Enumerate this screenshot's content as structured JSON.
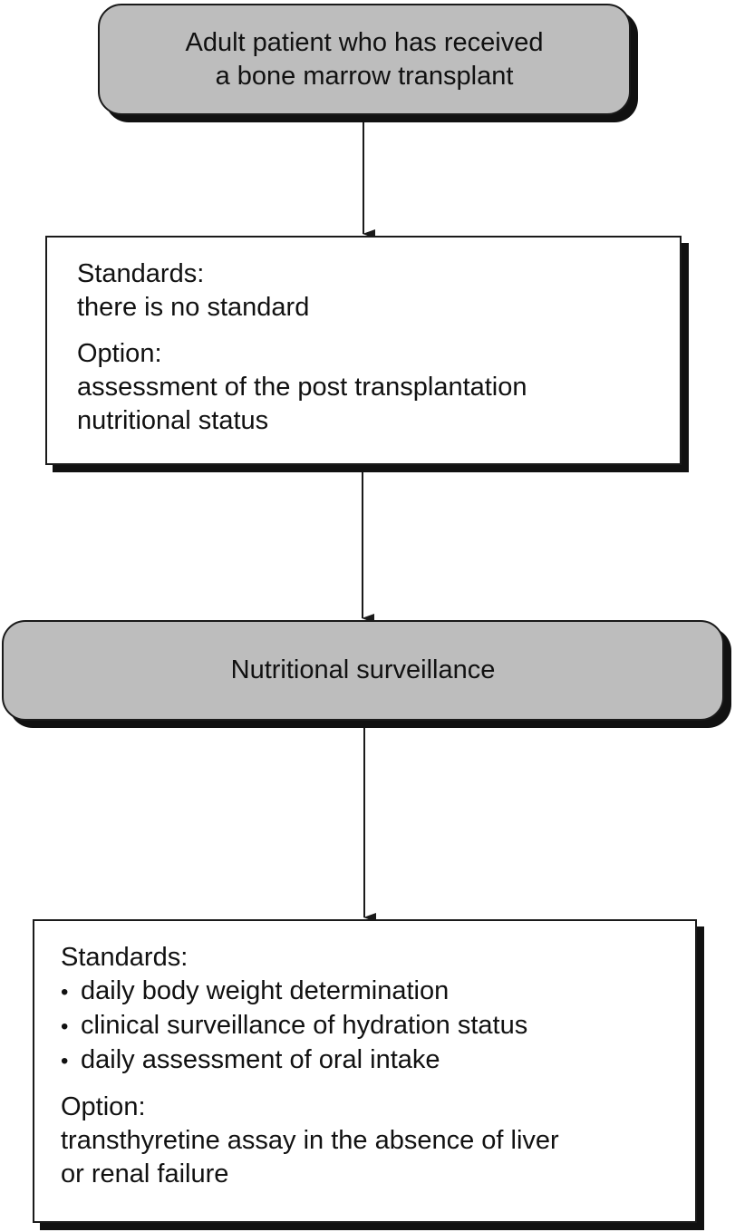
{
  "start_node": {
    "lines": [
      "Adult patient who has received",
      "a bone marrow transplant"
    ]
  },
  "assessment_box": {
    "standards_heading": "Standards:",
    "standards_text": "there is no standard",
    "option_heading": "Option:",
    "option_lines": [
      "assessment of the post transplantation",
      "nutritional status"
    ]
  },
  "surveillance_node": {
    "label": "Nutritional surveillance"
  },
  "surveillance_box": {
    "standards_heading": "Standards:",
    "standards_items": [
      "daily body weight determination",
      "clinical surveillance of hydration status",
      "daily assessment of oral intake"
    ],
    "option_heading": "Option:",
    "option_lines": [
      "transthyretine assay in the absence of liver",
      "or renal failure"
    ]
  },
  "colors": {
    "rounded_fill": "#bdbdbd",
    "shadow": "#111111",
    "stroke": "#1a1a1a"
  }
}
